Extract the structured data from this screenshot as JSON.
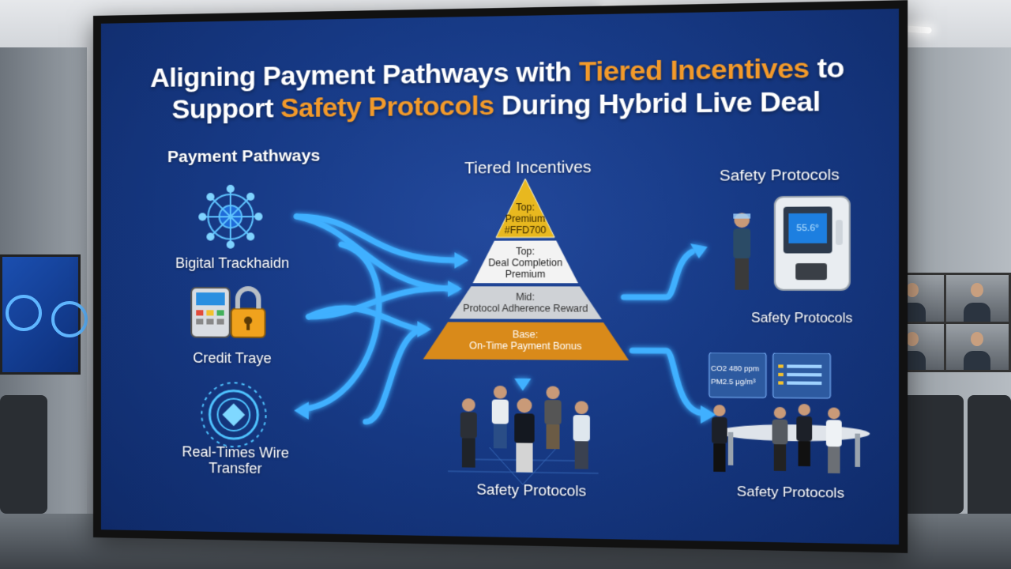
{
  "title": {
    "line1_part1": "Aligning Payment Pathways with ",
    "line1_highlight": "Tiered Incentives",
    "line1_part2": " to",
    "line2_part1": "Support ",
    "line2_highlight": "Safety Protocols",
    "line2_part2": " During Hybrid Live Deal"
  },
  "payment_pathways": {
    "heading": "Payment Pathways",
    "items": [
      {
        "label": "Bigital Trackhaidn",
        "icon": "network-node-icon"
      },
      {
        "label": "Credit Traye",
        "icon": "card-terminal-lock-icon"
      },
      {
        "label": "Real-Times Wire Transfer",
        "icon": "wire-transfer-target-icon"
      }
    ]
  },
  "tiered_incentives": {
    "heading": "Tiered Incentives",
    "tiers": [
      {
        "line1": "Top:",
        "line2": "Premium",
        "line3": "#FFD700",
        "color": "#e8b81f"
      },
      {
        "line1": "Top:",
        "line2": "Deal Completion",
        "line3": "Premium",
        "color": "#f3f3f3"
      },
      {
        "line1": "Mid:",
        "line2": "Protocol Adherence Reward",
        "line3": "",
        "color": "#cfd2d6"
      },
      {
        "line1": "Base:",
        "line2": "On-Time Payment Bonus",
        "line3": "",
        "color": "#d98a1a"
      }
    ],
    "bottom_label": "Safety Protocols"
  },
  "safety_protocols": {
    "heading": "Safety Protocols",
    "kiosk_label": "Safety Protocols",
    "meeting_label": "Safety Protocols",
    "kiosk_screen": "55.6°",
    "panel_readout_1": "CO2 480 ppm",
    "panel_readout_2": "PM2.5 μg/m³"
  },
  "colors": {
    "accent_orange": "#f39a2a",
    "flow_blue": "#3fb0ff",
    "screen_bg": "#173a86"
  }
}
